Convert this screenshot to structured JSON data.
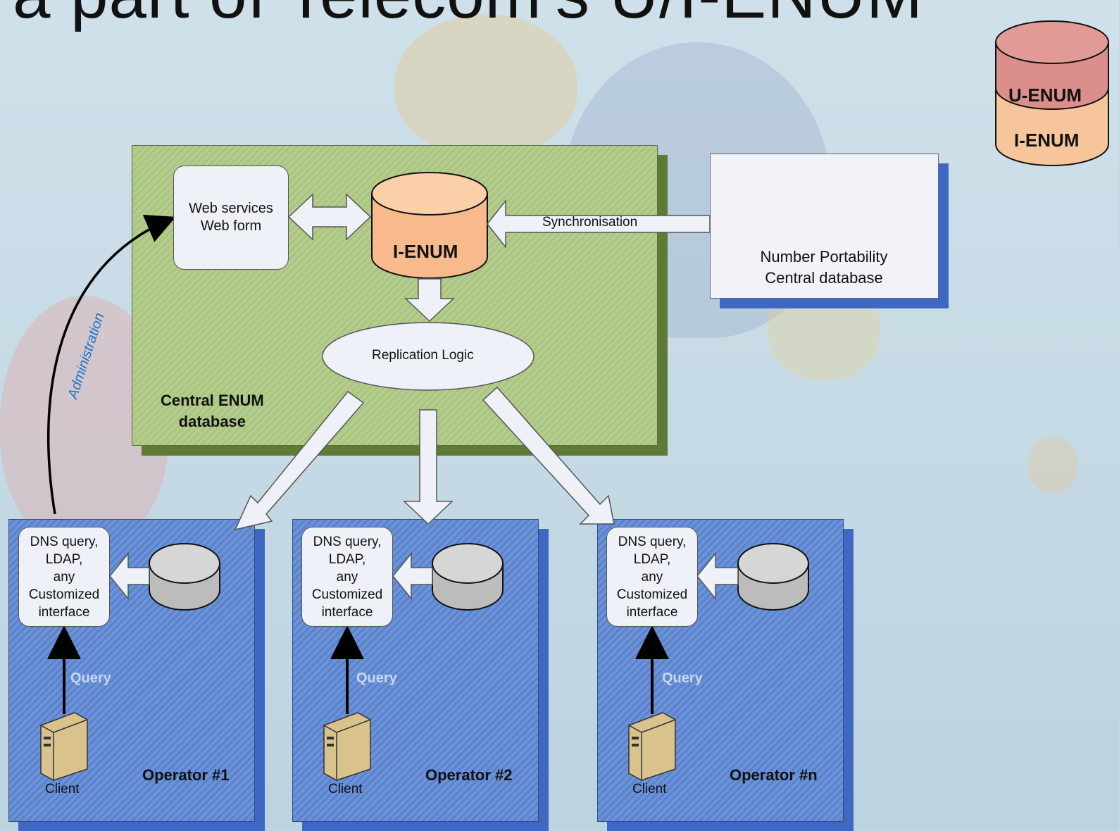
{
  "title_fragment": "a part of Telecom's U/I-ENUM",
  "legend": {
    "top": "U-ENUM",
    "bottom": "I-ENUM"
  },
  "central": {
    "webservices_line1": "Web services",
    "webservices_line2": "Web form",
    "db_label": "I-ENUM",
    "sync_label": "Synchronisation",
    "replication_label": "Replication Logic",
    "title_line1": "Central ENUM",
    "title_line2": "database"
  },
  "npc": {
    "line1": "Number Portability",
    "line2": "Central database"
  },
  "admin_label": "Administration",
  "operators": [
    {
      "name": "Operator #1",
      "client": "Client",
      "query": "Query",
      "iface": [
        "DNS query,",
        "LDAP,",
        "any",
        "Customized",
        "interface"
      ]
    },
    {
      "name": "Operator #2",
      "client": "Client",
      "query": "Query",
      "iface": [
        "DNS query,",
        "LDAP,",
        "any",
        "Customized",
        "interface"
      ]
    },
    {
      "name": "Operator #n",
      "client": "Client",
      "query": "Query",
      "iface": [
        "DNS query,",
        "LDAP,",
        "any",
        "Customized",
        "interface"
      ]
    }
  ],
  "colors": {
    "green": "#a9c47f",
    "blue": "#5a82cc",
    "ienum_orange": "#f7b98a",
    "uenum_red": "#d98a86",
    "admin_blue": "#1e73c8"
  }
}
